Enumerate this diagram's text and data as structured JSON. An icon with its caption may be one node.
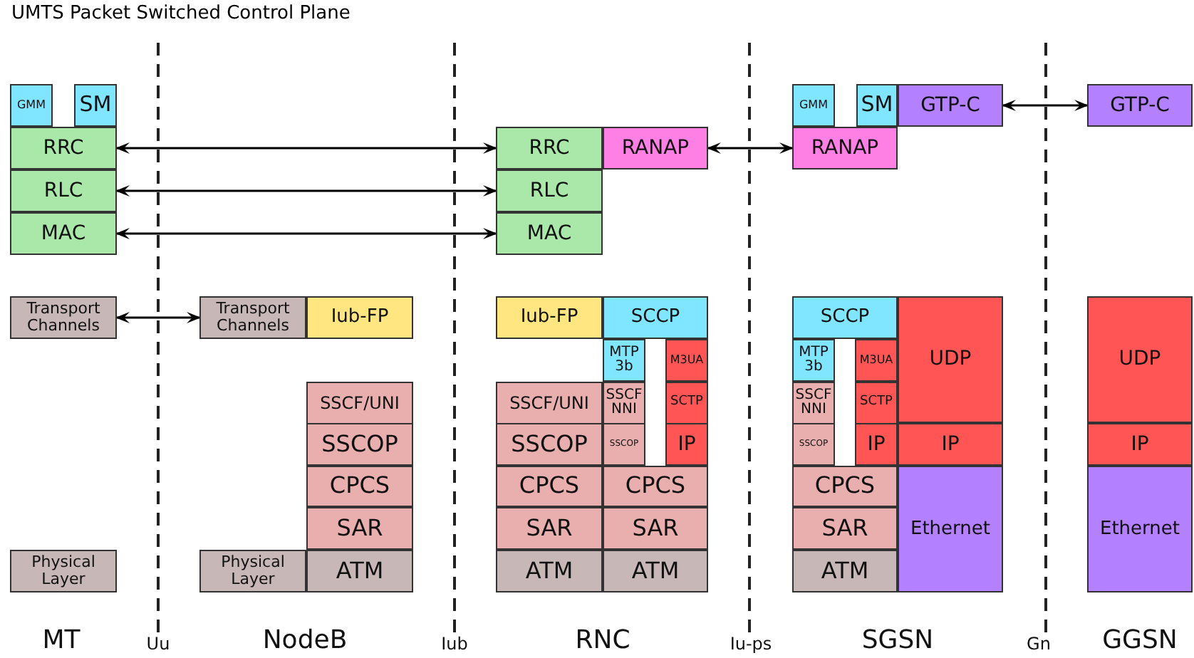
{
  "diagram": {
    "title": "UMTS Packet Switched Control Plane",
    "nodes": [
      {
        "text": [
          "GMM"
        ]
      },
      {
        "text": [
          "SM"
        ]
      },
      {
        "text": [
          "RRC"
        ]
      },
      {
        "text": [
          "RLC"
        ]
      },
      {
        "text": [
          "MAC"
        ]
      },
      {
        "text": [
          "Transport Channels"
        ]
      },
      {
        "text": [
          "Physical Layer"
        ]
      },
      {
        "text": [
          "Transport Channels"
        ]
      },
      {
        "text": [
          "Iub-FP"
        ]
      },
      {
        "text": [
          "SSCF/UNI"
        ]
      },
      {
        "text": [
          "SSCOP"
        ]
      },
      {
        "text": [
          "CPCS"
        ]
      },
      {
        "text": [
          "SAR"
        ]
      },
      {
        "text": [
          "Physical Layer"
        ]
      },
      {
        "text": [
          "ATM"
        ]
      },
      {
        "text": [
          "RRC"
        ]
      },
      {
        "text": [
          "RANAP"
        ]
      },
      {
        "text": [
          "RLC"
        ]
      },
      {
        "text": [
          "MAC"
        ]
      },
      {
        "text": [
          "Iub-FP"
        ]
      },
      {
        "text": [
          "SCCP"
        ]
      },
      {
        "text": [
          "MTP 3b"
        ]
      },
      {
        "text": [
          "M3UA"
        ]
      },
      {
        "text": [
          "SSCF/UNI"
        ]
      },
      {
        "text": [
          "SSCF NNI"
        ]
      },
      {
        "text": [
          "SCTP"
        ]
      },
      {
        "text": [
          "SSCOP"
        ]
      },
      {
        "text": [
          "SSCOP"
        ]
      },
      {
        "text": [
          "IP"
        ]
      },
      {
        "text": [
          "CPCS"
        ]
      },
      {
        "text": [
          "CPCS"
        ]
      },
      {
        "text": [
          "SAR"
        ]
      },
      {
        "text": [
          "SAR"
        ]
      },
      {
        "text": [
          "ATM"
        ]
      },
      {
        "text": [
          "ATM"
        ]
      },
      {
        "text": [
          "GMM"
        ]
      },
      {
        "text": [
          "SM"
        ]
      },
      {
        "text": [
          "GTP-C"
        ]
      },
      {
        "text": [
          "RANAP"
        ]
      },
      {
        "text": [
          "SCCP"
        ]
      },
      {
        "text": [
          "UDP"
        ]
      },
      {
        "text": [
          "MTP 3b"
        ]
      },
      {
        "text": [
          "M3UA"
        ]
      },
      {
        "text": [
          "SSCF NNI"
        ]
      },
      {
        "text": [
          "SCTP"
        ]
      },
      {
        "text": [
          "SSCOP"
        ]
      },
      {
        "text": [
          "IP"
        ]
      },
      {
        "text": [
          "IP"
        ]
      },
      {
        "text": [
          "CPCS"
        ]
      },
      {
        "text": [
          "Ethernet"
        ]
      },
      {
        "text": [
          "SAR"
        ]
      },
      {
        "text": [
          "ATM"
        ]
      },
      {
        "text": [
          "GTP-C"
        ]
      },
      {
        "text": [
          "UDP"
        ]
      },
      {
        "text": [
          "IP"
        ]
      },
      {
        "text": [
          "Ethernet"
        ]
      }
    ],
    "edges": [
      {
        "from": 2,
        "to": 15,
        "arrow": "both"
      },
      {
        "from": 3,
        "to": 17,
        "arrow": "both"
      },
      {
        "from": 4,
        "to": 18,
        "arrow": "both"
      },
      {
        "from": 5,
        "to": 7,
        "arrow": "both"
      },
      {
        "from": 16,
        "to": 38,
        "arrow": "both"
      },
      {
        "from": 37,
        "to": 52,
        "arrow": "both"
      }
    ],
    "labels": [
      "MT",
      "Uu",
      "NodeB",
      "Iub",
      "RNC",
      "Iu-ps",
      "SGSN",
      "Gn",
      "GGSN"
    ]
  }
}
